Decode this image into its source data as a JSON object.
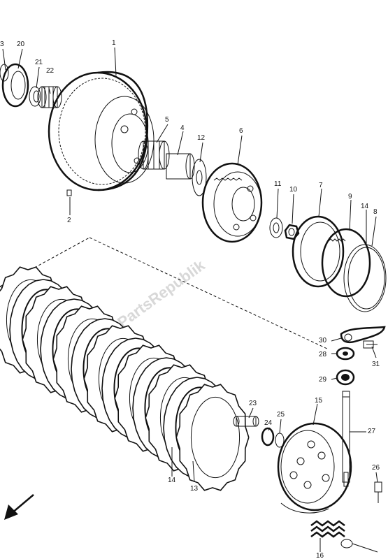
{
  "watermark": "PartsRepublik",
  "callouts": [
    {
      "id": "c3",
      "text": "3"
    },
    {
      "id": "c20",
      "text": "20"
    },
    {
      "id": "c21",
      "text": "21"
    },
    {
      "id": "c22",
      "text": "22"
    },
    {
      "id": "c1",
      "text": "1"
    },
    {
      "id": "c5",
      "text": "5"
    },
    {
      "id": "c4",
      "text": "4"
    },
    {
      "id": "c12",
      "text": "12"
    },
    {
      "id": "c6",
      "text": "6"
    },
    {
      "id": "c11",
      "text": "11"
    },
    {
      "id": "c10",
      "text": "10"
    },
    {
      "id": "c7",
      "text": "7"
    },
    {
      "id": "c9",
      "text": "9"
    },
    {
      "id": "c14a",
      "text": "14"
    },
    {
      "id": "c8",
      "text": "8"
    },
    {
      "id": "c2",
      "text": "2"
    },
    {
      "id": "c30",
      "text": "30"
    },
    {
      "id": "c28",
      "text": "28"
    },
    {
      "id": "c31",
      "text": "31"
    },
    {
      "id": "c29",
      "text": "29"
    },
    {
      "id": "c15",
      "text": "15"
    },
    {
      "id": "c23",
      "text": "23"
    },
    {
      "id": "c24",
      "text": "24"
    },
    {
      "id": "c25",
      "text": "25"
    },
    {
      "id": "c27",
      "text": "27"
    },
    {
      "id": "c26",
      "text": "26"
    },
    {
      "id": "c14b",
      "text": "14"
    },
    {
      "id": "c13",
      "text": "13"
    },
    {
      "id": "c16",
      "text": "16"
    }
  ]
}
